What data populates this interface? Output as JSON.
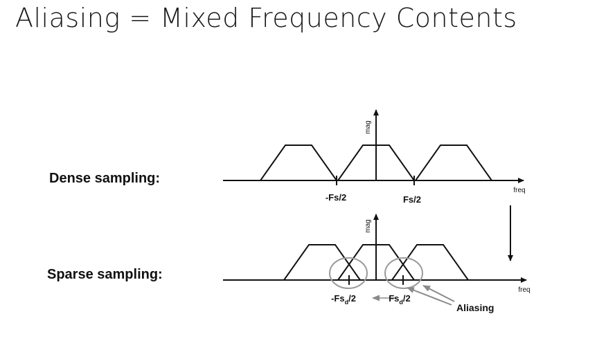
{
  "title": "Aliasing = Mixed Frequency Contents",
  "dense": {
    "label": "Dense sampling:",
    "y_axis_label": "mag",
    "x_axis_label": "freq",
    "tick_neg_label": "-Fs/2",
    "tick_pos_label": "Fs/2"
  },
  "sparse": {
    "label": "Sparse sampling:",
    "y_axis_label": "mag",
    "x_axis_label": "freq",
    "tick_neg_main": "-Fs",
    "tick_neg_sub": "d",
    "tick_neg_tail": "/2",
    "tick_pos_main": "Fs",
    "tick_pos_sub": "d",
    "tick_pos_tail": "/2",
    "annotation": "Aliasing"
  },
  "colors": {
    "line": "#111111",
    "alias_circle": "#9a9a9a",
    "alias_arrow": "#8a8a8a"
  }
}
